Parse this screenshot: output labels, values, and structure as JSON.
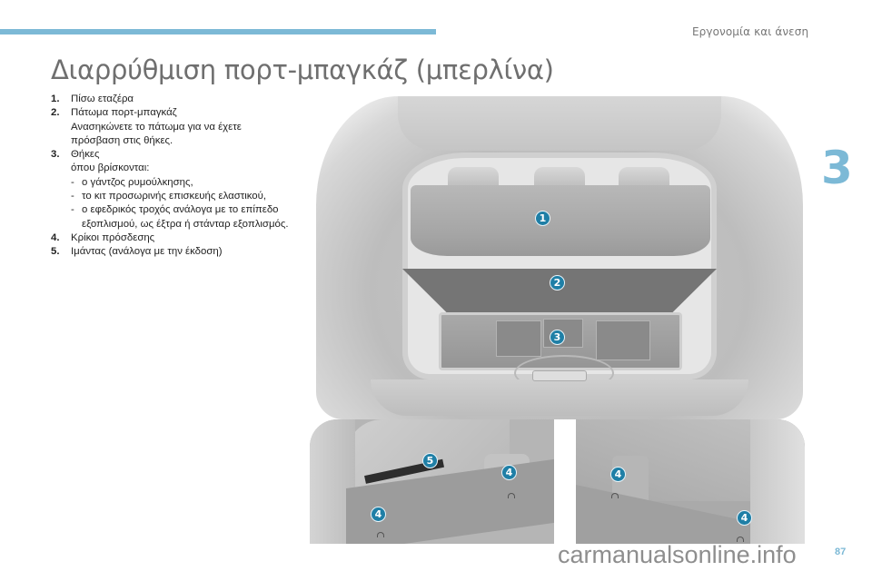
{
  "header": {
    "section_title": "Εργονομία και άνεση",
    "bar_color": "#7cb9d6",
    "chapter_number": "3"
  },
  "page": {
    "title": "Διαρρύθμιση πορτ-μπαγκάζ (μπερλίνα)",
    "number": "87"
  },
  "legend": {
    "items": [
      {
        "num": "1.",
        "label": "Πίσω εταζέρα"
      },
      {
        "num": "2.",
        "label": "Πάτωμα πορτ-μπαγκάζ",
        "lines": [
          "Ανασηκώνετε το πάτωμα για να έχετε",
          "πρόσβαση στις θήκες."
        ]
      },
      {
        "num": "3.",
        "label": "Θήκες",
        "lines": [
          "όπου βρίσκονται:"
        ],
        "subitems": [
          {
            "dash": "-",
            "text": "ο γάντζος ρυμούλκησης,"
          },
          {
            "dash": "-",
            "text": "το κιτ προσωρινής επισκευής ελαστικού,"
          },
          {
            "dash": "-",
            "text": "ο εφεδρικός τροχός ανάλογα με το επίπεδο εξοπλισμού, ως έξτρα ή στάνταρ εξοπλισμός."
          }
        ]
      },
      {
        "num": "4.",
        "label": "Κρίκοι πρόσδεσης"
      },
      {
        "num": "5.",
        "label": "Ιμάντας (ανάλογα με την έκδοση)"
      }
    ]
  },
  "illustrations": {
    "main_callouts": [
      "1",
      "2",
      "3"
    ],
    "left_callouts": [
      "5",
      "4",
      "4"
    ],
    "right_callouts": [
      "4",
      "4"
    ],
    "callout_color": "#1f7fa6"
  },
  "watermark": "carmanualsonline.info"
}
